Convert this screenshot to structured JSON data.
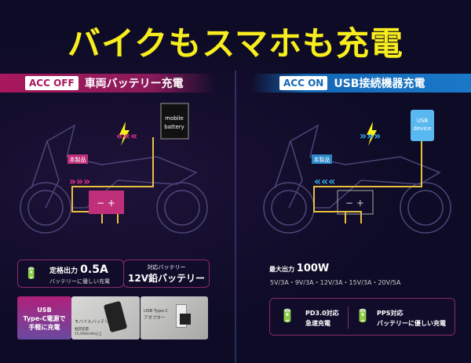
{
  "title": "バイクもスマホも充電",
  "left": {
    "tag": "ACC OFF",
    "heading": "車両バッテリー充電",
    "product_label": "本製品",
    "device_label_1": "mobile",
    "device_label_2": "battery",
    "spec1": {
      "label": "定格出力",
      "value": "0.5A",
      "sub": "バッテリーに優しい充電"
    },
    "spec2": {
      "label": "対応バッテリー",
      "value": "12V鉛バッテリー"
    },
    "strip": {
      "headline_1": "USB",
      "headline_2": "Type-C電源で",
      "headline_3": "手軽に充電",
      "photo1_caption": "モバイルバッテリー",
      "photo1_sub_1": "推奨容量：",
      "photo1_sub_2": "15,000mAh以上",
      "photo2_caption_1": "USB Type-C",
      "photo2_caption_2": "アダプター"
    }
  },
  "right": {
    "tag": "ACC ON",
    "heading": "USB接続機器充電",
    "product_label": "本製品",
    "device_label_1": "USB",
    "device_label_2": "device",
    "max_label": "最大出力",
    "max_value": "100W",
    "profiles": "5V/3A・9V/3A・12V/3A・15V/3A・20V/5A",
    "feature1_1": "PD3.0対応",
    "feature1_2": "急速充電",
    "feature2_1": "PPS対応",
    "feature2_2": "バッテリーに優しい充電"
  },
  "colors": {
    "title": "#f8ee1d",
    "acc_off": "#a8185e",
    "acc_on": "#1468b8",
    "wire": "#e8c040",
    "arrow_pink": "#e0308a",
    "arrow_blue": "#3aa8e8"
  }
}
